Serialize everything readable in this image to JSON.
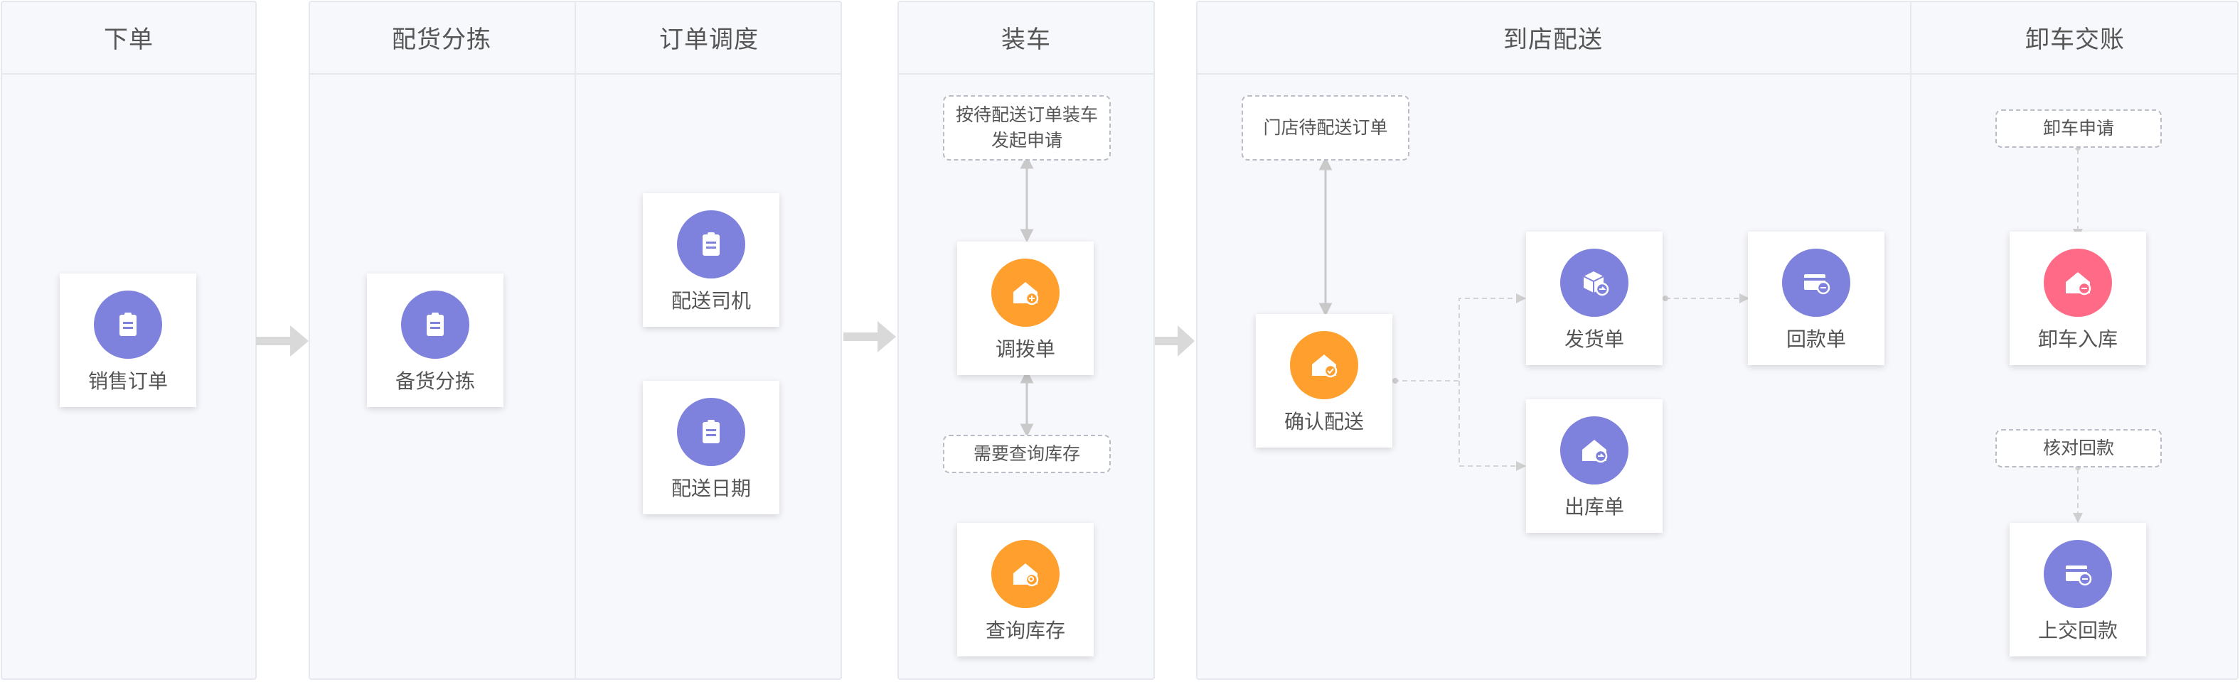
{
  "columns": {
    "order": "下单",
    "picking": "配货分拣",
    "dispatch": "订单调度",
    "loading": "装车",
    "delivery": "到店配送",
    "handover": "卸车交账"
  },
  "cards": {
    "sales_order": "销售订单",
    "picking": "备货分拣",
    "driver": "配送司机",
    "date": "配送日期",
    "transfer": "调拨单",
    "query_stock": "查询库存",
    "confirm": "确认配送",
    "shipping": "发货单",
    "outbound": "出库单",
    "payment": "回款单",
    "unload": "卸车入库",
    "submit_payment": "上交回款"
  },
  "notes": {
    "load_request_line1": "按待配送订单装车",
    "load_request_line2": "发起申请",
    "need_stock": "需要查询库存",
    "store_pending": "门店待配送订单",
    "unload_request": "卸车申请",
    "verify_payment": "核对回款"
  },
  "colors": {
    "purple": "#7e82dc",
    "orange": "#ff9f2e",
    "pink": "#ff6b86"
  },
  "icons": {
    "clipboard": "clipboard-icon",
    "house": "house-icon",
    "box": "box-icon",
    "card": "card-icon"
  }
}
